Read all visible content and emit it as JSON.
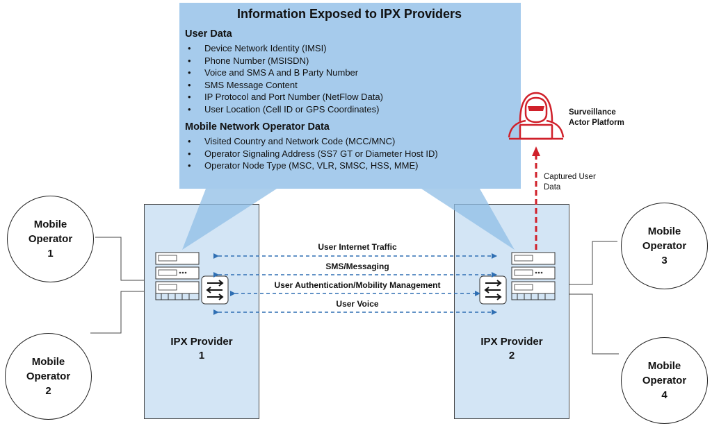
{
  "info_box": {
    "title": "Information Exposed to IPX Providers",
    "user_data": {
      "heading": "User Data",
      "items": [
        "Device Network Identity (IMSI)",
        "Phone Number (MSISDN)",
        "Voice and SMS A and B Party Number",
        "SMS Message Content",
        "IP Protocol and Port Number (NetFlow Data)",
        "User Location (Cell ID or GPS Coordinates)"
      ]
    },
    "operator_data": {
      "heading": "Mobile Network Operator Data",
      "items": [
        "Visited Country and Network Code (MCC/MNC)",
        "Operator Signaling Address (SS7 GT or Diameter Host ID)",
        "Operator Node Type (MSC, VLR, SMSC, HSS, MME)"
      ]
    }
  },
  "providers": [
    {
      "line1": "IPX Provider",
      "line2": "1"
    },
    {
      "line1": "IPX Provider",
      "line2": "2"
    }
  ],
  "operators": [
    {
      "line1": "Mobile",
      "line2": "Operator",
      "line3": "1"
    },
    {
      "line1": "Mobile",
      "line2": "Operator",
      "line3": "2"
    },
    {
      "line1": "Mobile",
      "line2": "Operator",
      "line3": "3"
    },
    {
      "line1": "Mobile",
      "line2": "Operator",
      "line3": "4"
    }
  ],
  "flows": [
    "User Internet Traffic",
    "SMS/Messaging",
    "User Authentication/Mobility Management",
    "User Voice"
  ],
  "surveillance": {
    "line1": "Surveillance",
    "line2": "Actor Platform"
  },
  "captured": {
    "line1": "Captured User",
    "line2": "Data"
  },
  "colors": {
    "info_box": "#a6cbec",
    "provider_fill": "#d3e5f5",
    "flow_arrows": "#2f6fb3",
    "captured_arrow": "#d0202a",
    "actor": "#d0202a"
  }
}
